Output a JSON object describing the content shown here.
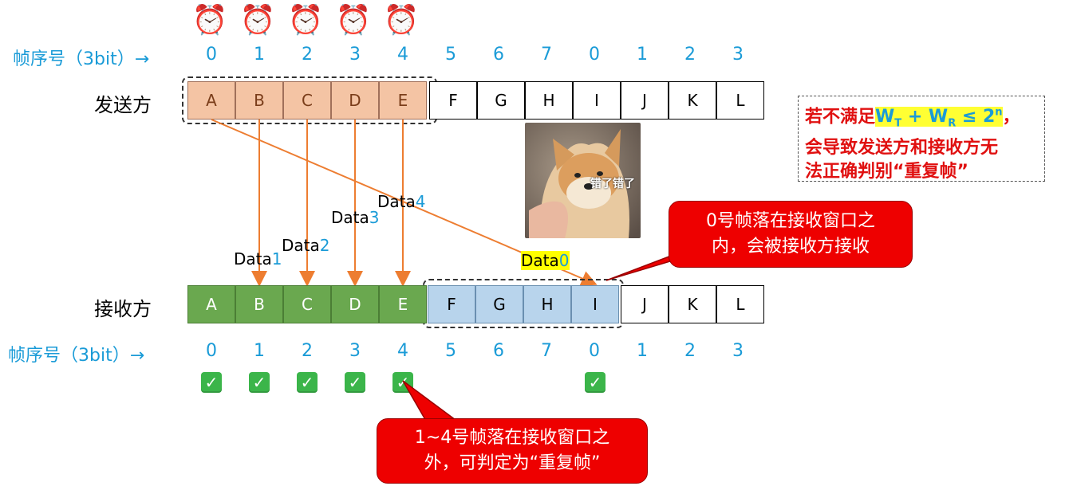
{
  "clocks": [
    "⏰",
    "⏰",
    "⏰",
    "⏰",
    "⏰"
  ],
  "seq_label_top": "帧序号（3bit）→",
  "seq_label_bottom": "帧序号（3bit）→",
  "seq_numbers": [
    "0",
    "1",
    "2",
    "3",
    "4",
    "5",
    "6",
    "7",
    "0",
    "1",
    "2",
    "3"
  ],
  "sender": {
    "label": "发送方",
    "cells": [
      "A",
      "B",
      "C",
      "D",
      "E",
      "F",
      "G",
      "H",
      "I",
      "J",
      "K",
      "L"
    ]
  },
  "receiver": {
    "label": "接收方",
    "cells": [
      "A",
      "B",
      "C",
      "D",
      "E",
      "F",
      "G",
      "H",
      "I",
      "J",
      "K",
      "L"
    ]
  },
  "data_labels": [
    {
      "word": "Data",
      "num": "1"
    },
    {
      "word": "Data",
      "num": "2"
    },
    {
      "word": "Data",
      "num": "3"
    },
    {
      "word": "Data",
      "num": "4"
    },
    {
      "word": "Data",
      "num": "0"
    }
  ],
  "checks": [
    "✓",
    "✓",
    "✓",
    "✓",
    "✓",
    "✓"
  ],
  "note": {
    "prefix": "若不满足",
    "formula_main": "W",
    "formula_sub1": "T",
    "formula_plus": " + W",
    "formula_sub2": "R",
    "formula_le": " ≤ 2",
    "formula_sup": "n",
    "suffix": "，",
    "line2": "会导致发送方和接收方无",
    "line3": "法正确判别“重复帧”"
  },
  "meme_caption": "错了错了",
  "callout_top": {
    "line1": "0号帧落在接收窗口之",
    "line2": "内，会被接收方接收"
  },
  "callout_bottom": {
    "line1": "1~4号帧落在接收窗口之",
    "line2": "外，可判定为“重复帧”"
  },
  "colors": {
    "blue": "#1a9bd7",
    "sent_fill": "#f4c4a4",
    "acked_fill": "#6aa84f",
    "recv_window_fill": "#b8d4ec",
    "arrow": "#ed7d31",
    "callout": "#ee0000",
    "highlight": "#ffff00"
  }
}
